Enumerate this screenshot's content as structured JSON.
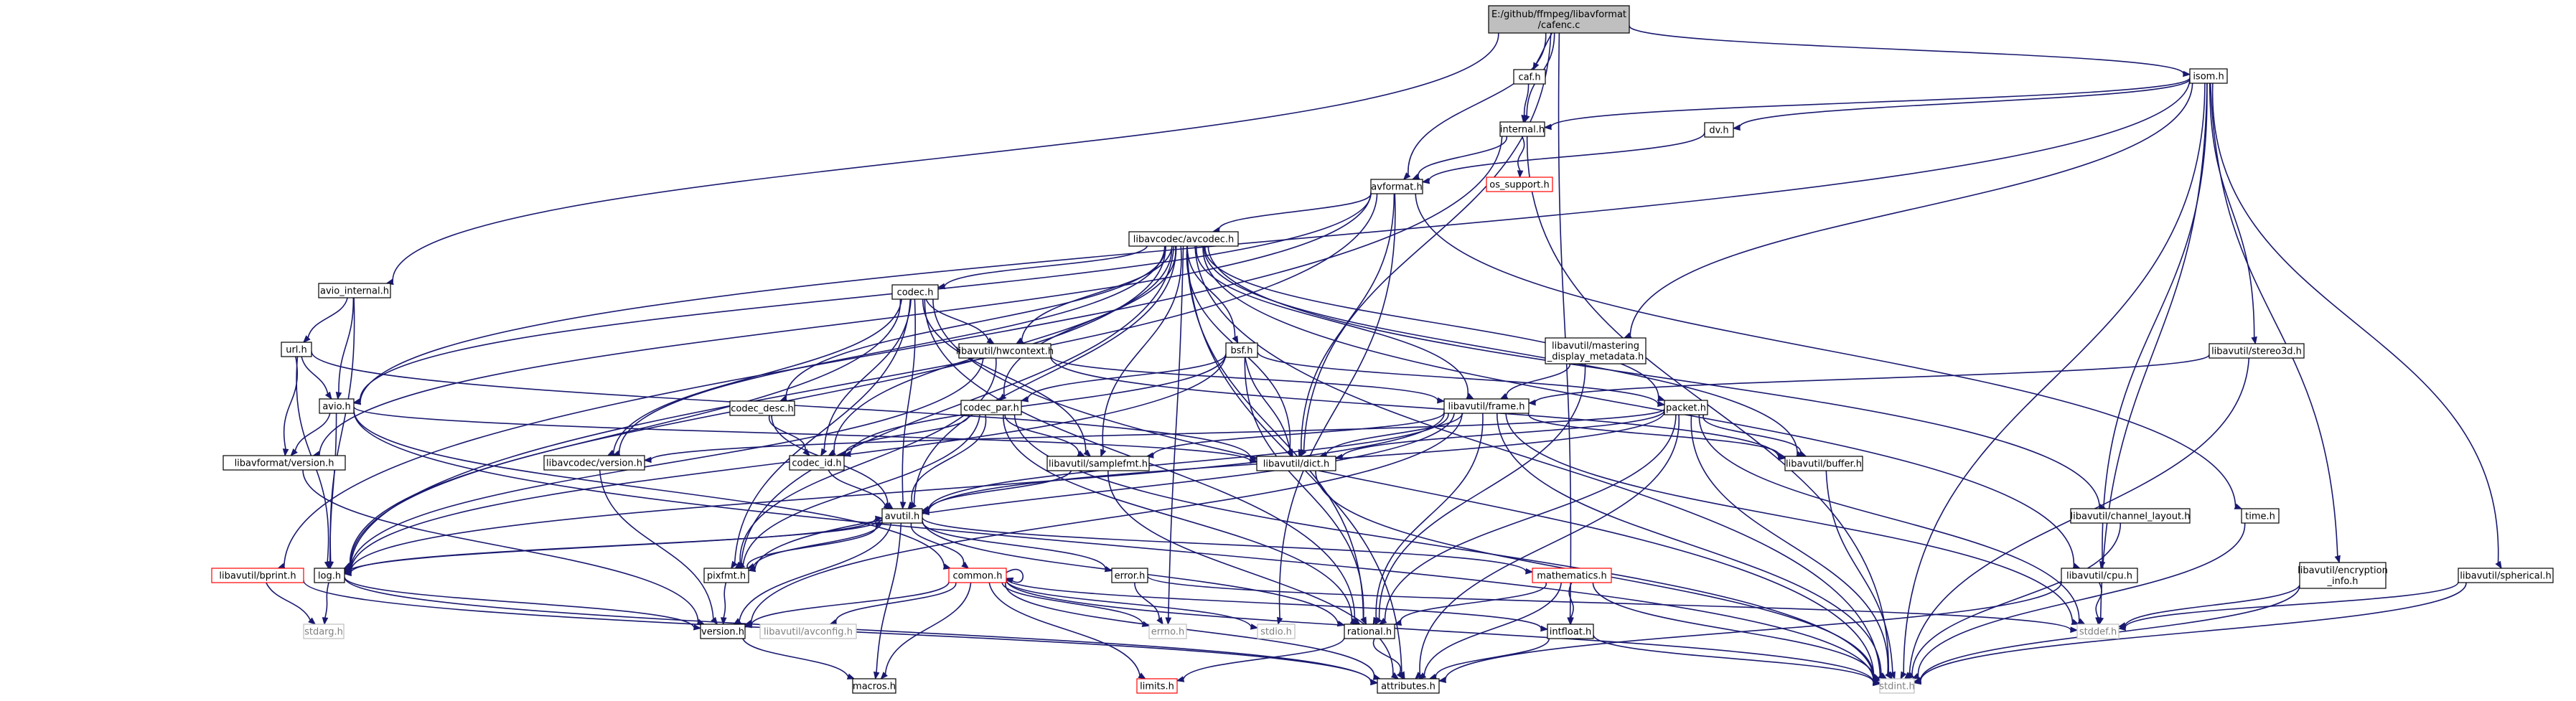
{
  "diagram": {
    "kind": "include-dependency-graph",
    "colors": {
      "edge": "#191970",
      "root_fill": "#bfbfbf",
      "missing_border": "#ff0000",
      "system_border": "#bfbfbf"
    },
    "nodes": [
      {
        "id": "root",
        "lines": [
          "E:/github/ffmpeg/libavformat",
          "/cafenc.c"
        ],
        "style": "root"
      },
      {
        "id": "caf",
        "lines": [
          "caf.h"
        ]
      },
      {
        "id": "isom",
        "lines": [
          "isom.h"
        ]
      },
      {
        "id": "internal",
        "lines": [
          "internal.h"
        ]
      },
      {
        "id": "dv",
        "lines": [
          "dv.h"
        ]
      },
      {
        "id": "avformat",
        "lines": [
          "avformat.h"
        ]
      },
      {
        "id": "os_support",
        "lines": [
          "os_support.h"
        ],
        "style": "red"
      },
      {
        "id": "avcodec",
        "lines": [
          "libavcodec/avcodec.h"
        ]
      },
      {
        "id": "avio_internal",
        "lines": [
          "avio_internal.h"
        ]
      },
      {
        "id": "codec",
        "lines": [
          "codec.h"
        ]
      },
      {
        "id": "url",
        "lines": [
          "url.h"
        ]
      },
      {
        "id": "hwcontext",
        "lines": [
          "libavutil/hwcontext.h"
        ]
      },
      {
        "id": "bsf",
        "lines": [
          "bsf.h"
        ]
      },
      {
        "id": "mastering",
        "lines": [
          "libavutil/mastering",
          "_display_metadata.h"
        ]
      },
      {
        "id": "stereo3d",
        "lines": [
          "libavutil/stereo3d.h"
        ]
      },
      {
        "id": "avio",
        "lines": [
          "avio.h"
        ]
      },
      {
        "id": "codec_desc",
        "lines": [
          "codec_desc.h"
        ]
      },
      {
        "id": "codec_par",
        "lines": [
          "codec_par.h"
        ]
      },
      {
        "id": "frame",
        "lines": [
          "libavutil/frame.h"
        ]
      },
      {
        "id": "packet",
        "lines": [
          "packet.h"
        ]
      },
      {
        "id": "lavf_version",
        "lines": [
          "libavformat/version.h"
        ]
      },
      {
        "id": "lavc_version",
        "lines": [
          "libavcodec/version.h"
        ]
      },
      {
        "id": "codec_id",
        "lines": [
          "codec_id.h"
        ]
      },
      {
        "id": "samplefmt",
        "lines": [
          "libavutil/samplefmt.h"
        ]
      },
      {
        "id": "dict",
        "lines": [
          "libavutil/dict.h"
        ]
      },
      {
        "id": "buffer",
        "lines": [
          "libavutil/buffer.h"
        ]
      },
      {
        "id": "avutil",
        "lines": [
          "avutil.h"
        ]
      },
      {
        "id": "channel_layout",
        "lines": [
          "libavutil/channel_layout.h"
        ]
      },
      {
        "id": "time",
        "lines": [
          "time.h"
        ]
      },
      {
        "id": "bprint",
        "lines": [
          "libavutil/bprint.h"
        ],
        "style": "red"
      },
      {
        "id": "log",
        "lines": [
          "log.h"
        ]
      },
      {
        "id": "pixfmt",
        "lines": [
          "pixfmt.h"
        ]
      },
      {
        "id": "common",
        "lines": [
          "common.h"
        ],
        "style": "red"
      },
      {
        "id": "error",
        "lines": [
          "error.h"
        ]
      },
      {
        "id": "mathematics",
        "lines": [
          "mathematics.h"
        ],
        "style": "red"
      },
      {
        "id": "cpu",
        "lines": [
          "libavutil/cpu.h"
        ]
      },
      {
        "id": "encryption",
        "lines": [
          "libavutil/encryption",
          "_info.h"
        ]
      },
      {
        "id": "spherical",
        "lines": [
          "libavutil/spherical.h"
        ]
      },
      {
        "id": "stdarg",
        "lines": [
          "stdarg.h"
        ],
        "style": "grey"
      },
      {
        "id": "version",
        "lines": [
          "version.h"
        ]
      },
      {
        "id": "avconfig",
        "lines": [
          "libavutil/avconfig.h"
        ],
        "style": "grey"
      },
      {
        "id": "errno",
        "lines": [
          "errno.h"
        ],
        "style": "grey"
      },
      {
        "id": "stdio",
        "lines": [
          "stdio.h"
        ],
        "style": "grey"
      },
      {
        "id": "rational",
        "lines": [
          "rational.h"
        ]
      },
      {
        "id": "intfloat",
        "lines": [
          "intfloat.h"
        ]
      },
      {
        "id": "stddef",
        "lines": [
          "stddef.h"
        ],
        "style": "grey"
      },
      {
        "id": "macros",
        "lines": [
          "macros.h"
        ]
      },
      {
        "id": "limits",
        "lines": [
          "limits.h"
        ],
        "style": "red"
      },
      {
        "id": "attributes",
        "lines": [
          "attributes.h"
        ]
      },
      {
        "id": "stdint",
        "lines": [
          "stdint.h"
        ],
        "style": "grey"
      }
    ],
    "edges": [
      [
        "root",
        "caf"
      ],
      [
        "root",
        "isom"
      ],
      [
        "root",
        "internal"
      ],
      [
        "root",
        "avformat"
      ],
      [
        "root",
        "avio_internal"
      ],
      [
        "root",
        "dict"
      ],
      [
        "root",
        "intfloat"
      ],
      [
        "caf",
        "internal"
      ],
      [
        "isom",
        "internal"
      ],
      [
        "isom",
        "dv"
      ],
      [
        "isom",
        "avio"
      ],
      [
        "isom",
        "mastering"
      ],
      [
        "isom",
        "stereo3d"
      ],
      [
        "isom",
        "cpu"
      ],
      [
        "isom",
        "encryption"
      ],
      [
        "isom",
        "spherical"
      ],
      [
        "isom",
        "stddef"
      ],
      [
        "isom",
        "stdint"
      ],
      [
        "internal",
        "avformat"
      ],
      [
        "internal",
        "os_support"
      ],
      [
        "internal",
        "bprint"
      ],
      [
        "internal",
        "stdint"
      ],
      [
        "dv",
        "avformat"
      ],
      [
        "avformat",
        "avcodec"
      ],
      [
        "avformat",
        "avio"
      ],
      [
        "avformat",
        "lavf_version"
      ],
      [
        "avformat",
        "log"
      ],
      [
        "avformat",
        "dict"
      ],
      [
        "avformat",
        "time"
      ],
      [
        "avformat",
        "stdio"
      ],
      [
        "avcodec",
        "codec"
      ],
      [
        "avcodec",
        "hwcontext"
      ],
      [
        "avcodec",
        "bsf"
      ],
      [
        "avcodec",
        "codec_desc"
      ],
      [
        "avcodec",
        "codec_par"
      ],
      [
        "avcodec",
        "frame"
      ],
      [
        "avcodec",
        "packet"
      ],
      [
        "avcodec",
        "lavc_version"
      ],
      [
        "avcodec",
        "codec_id"
      ],
      [
        "avcodec",
        "samplefmt"
      ],
      [
        "avcodec",
        "dict"
      ],
      [
        "avcodec",
        "buffer"
      ],
      [
        "avcodec",
        "avutil"
      ],
      [
        "avcodec",
        "channel_layout"
      ],
      [
        "avcodec",
        "log"
      ],
      [
        "avcodec",
        "pixfmt"
      ],
      [
        "avcodec",
        "errno"
      ],
      [
        "avcodec",
        "rational"
      ],
      [
        "avcodec",
        "attributes"
      ],
      [
        "avcodec",
        "stdint"
      ],
      [
        "avcodec",
        "cpu"
      ],
      [
        "avio_internal",
        "url"
      ],
      [
        "avio_internal",
        "avio"
      ],
      [
        "avio_internal",
        "log"
      ],
      [
        "codec",
        "hwcontext"
      ],
      [
        "codec",
        "lavc_version"
      ],
      [
        "codec",
        "codec_id"
      ],
      [
        "codec",
        "samplefmt"
      ],
      [
        "codec",
        "avutil"
      ],
      [
        "codec",
        "log"
      ],
      [
        "codec",
        "pixfmt"
      ],
      [
        "codec",
        "rational"
      ],
      [
        "codec",
        "stdint"
      ],
      [
        "url",
        "avio"
      ],
      [
        "url",
        "lavf_version"
      ],
      [
        "url",
        "log"
      ],
      [
        "url",
        "dict"
      ],
      [
        "hwcontext",
        "frame"
      ],
      [
        "hwcontext",
        "buffer"
      ],
      [
        "hwcontext",
        "pixfmt"
      ],
      [
        "hwcontext",
        "log"
      ],
      [
        "bsf",
        "codec_id"
      ],
      [
        "bsf",
        "codec_par"
      ],
      [
        "bsf",
        "packet"
      ],
      [
        "bsf",
        "dict"
      ],
      [
        "bsf",
        "log"
      ],
      [
        "bsf",
        "rational"
      ],
      [
        "mastering",
        "frame"
      ],
      [
        "mastering",
        "rational"
      ],
      [
        "stereo3d",
        "frame"
      ],
      [
        "stereo3d",
        "stdint"
      ],
      [
        "avio",
        "lavf_version"
      ],
      [
        "avio",
        "log"
      ],
      [
        "avio",
        "common"
      ],
      [
        "avio",
        "dict"
      ],
      [
        "avio",
        "stdint"
      ],
      [
        "codec_desc",
        "codec_id"
      ],
      [
        "codec_desc",
        "avutil"
      ],
      [
        "codec_par",
        "codec_id"
      ],
      [
        "codec_par",
        "avutil"
      ],
      [
        "codec_par",
        "pixfmt"
      ],
      [
        "codec_par",
        "rational"
      ],
      [
        "codec_par",
        "samplefmt"
      ],
      [
        "codec_par",
        "stdint"
      ],
      [
        "frame",
        "avutil"
      ],
      [
        "frame",
        "buffer"
      ],
      [
        "frame",
        "dict"
      ],
      [
        "frame",
        "samplefmt"
      ],
      [
        "frame",
        "rational"
      ],
      [
        "frame",
        "log"
      ],
      [
        "frame",
        "pixfmt"
      ],
      [
        "frame",
        "version"
      ],
      [
        "frame",
        "stdint"
      ],
      [
        "frame",
        "stddef"
      ],
      [
        "packet",
        "avutil"
      ],
      [
        "packet",
        "buffer"
      ],
      [
        "packet",
        "dict"
      ],
      [
        "packet",
        "rational"
      ],
      [
        "packet",
        "lavc_version"
      ],
      [
        "packet",
        "attributes"
      ],
      [
        "packet",
        "stdint"
      ],
      [
        "packet",
        "stddef"
      ],
      [
        "lavf_version",
        "version"
      ],
      [
        "lavc_version",
        "version"
      ],
      [
        "codec_id",
        "avutil"
      ],
      [
        "samplefmt",
        "avutil"
      ],
      [
        "samplefmt",
        "attributes"
      ],
      [
        "dict",
        "stdint"
      ],
      [
        "buffer",
        "stdint"
      ],
      [
        "avutil",
        "log"
      ],
      [
        "avutil",
        "pixfmt"
      ],
      [
        "avutil",
        "common"
      ],
      [
        "avutil",
        "error"
      ],
      [
        "avutil",
        "mathematics"
      ],
      [
        "avutil",
        "rational"
      ],
      [
        "avutil",
        "version"
      ],
      [
        "avutil",
        "macros"
      ],
      [
        "channel_layout",
        "stdint"
      ],
      [
        "time",
        "stdint"
      ],
      [
        "bprint",
        "stdarg"
      ],
      [
        "bprint",
        "attributes"
      ],
      [
        "log",
        "stdarg"
      ],
      [
        "log",
        "attributes"
      ],
      [
        "log",
        "avutil"
      ],
      [
        "log",
        "version"
      ],
      [
        "pixfmt",
        "avutil"
      ],
      [
        "pixfmt",
        "version"
      ],
      [
        "common",
        "common"
      ],
      [
        "common",
        "errno"
      ],
      [
        "common",
        "stdio"
      ],
      [
        "common",
        "attributes"
      ],
      [
        "common",
        "macros"
      ],
      [
        "common",
        "version"
      ],
      [
        "common",
        "avconfig"
      ],
      [
        "common",
        "limits"
      ],
      [
        "common",
        "stdint"
      ],
      [
        "common",
        "intfloat"
      ],
      [
        "error",
        "errno"
      ],
      [
        "error",
        "stddef"
      ],
      [
        "mathematics",
        "rational"
      ],
      [
        "mathematics",
        "intfloat"
      ],
      [
        "mathematics",
        "attributes"
      ],
      [
        "mathematics",
        "stdint"
      ],
      [
        "cpu",
        "attributes"
      ],
      [
        "cpu",
        "stddef"
      ],
      [
        "encryption",
        "stddef"
      ],
      [
        "encryption",
        "stdint"
      ],
      [
        "spherical",
        "stddef"
      ],
      [
        "spherical",
        "stdint"
      ],
      [
        "version",
        "macros"
      ],
      [
        "rational",
        "attributes"
      ],
      [
        "rational",
        "limits"
      ],
      [
        "intfloat",
        "attributes"
      ],
      [
        "intfloat",
        "stdint"
      ]
    ]
  }
}
